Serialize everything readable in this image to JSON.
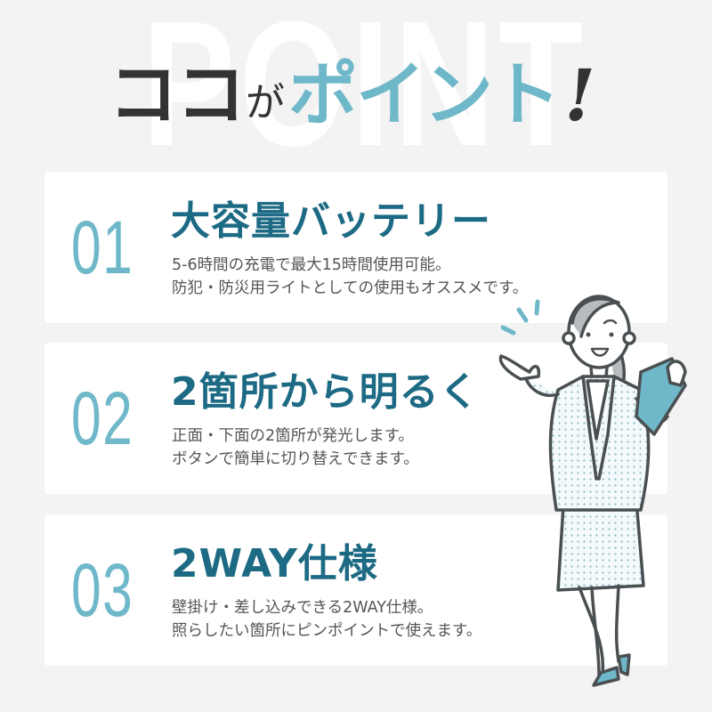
{
  "header": {
    "background_word": "POINT",
    "headline": {
      "part1": "ココ",
      "part2": "が",
      "part3": "ポイント",
      "part4": "!"
    }
  },
  "points": [
    {
      "number": "01",
      "title": "大容量バッテリー",
      "lines": [
        "5-6時間の充電で最大15時間使用可能。",
        "防犯・防災用ライトとしての使用もオススメです。"
      ]
    },
    {
      "number": "02",
      "title": "2箇所から明るく",
      "lines": [
        "正面・下面の2箇所が発光します。",
        "ボタンで簡単に切り替えできます。"
      ]
    },
    {
      "number": "03",
      "title": "2WAY仕様",
      "lines": [
        "壁掛け・差し込みできる2WAY仕様。",
        "照らしたい箇所にピンポイントで使えます。"
      ]
    }
  ],
  "colors": {
    "background": "#f3f3f3",
    "card": "#ffffff",
    "accent_light": "#6fb8c9",
    "accent_dark": "#1d6a84",
    "text_dark": "#333333",
    "text_body": "#555555"
  }
}
